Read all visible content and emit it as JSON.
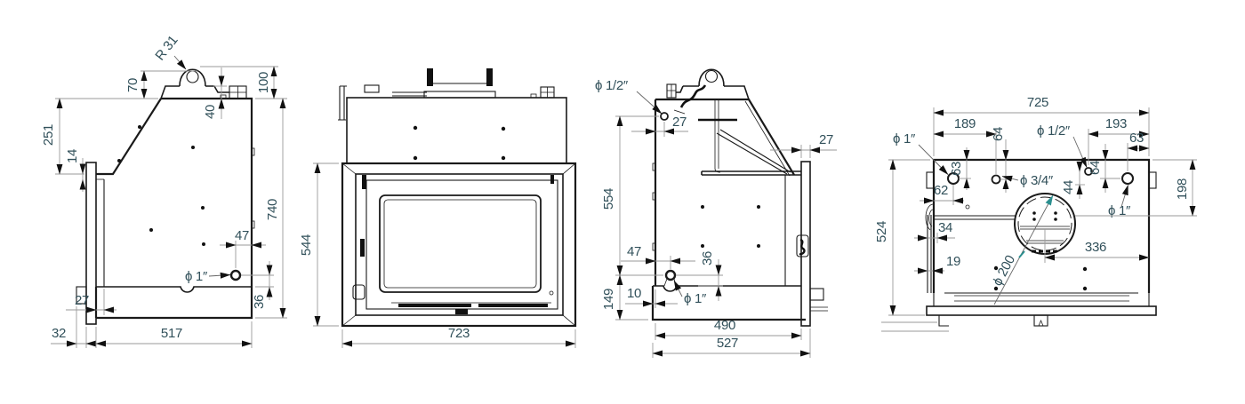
{
  "drawing": {
    "type": "technical-drawing",
    "subject": "fireplace-boiler-insert-orthographic-views",
    "views": [
      "side-view-left",
      "front-view",
      "side-view-right",
      "rear-view"
    ],
    "colors": {
      "object_line": "#1a1a1a",
      "dimension_line": "#9a9a9a",
      "dimension_text": "#31505a",
      "arrow": "#111111",
      "accent_teal": "#2b8f8f",
      "background": "#ffffff"
    }
  },
  "dims": {
    "v1_r31": "R 31",
    "v1_70": "70",
    "v1_100": "100",
    "v1_40": "40",
    "v1_251": "251",
    "v1_14": "14",
    "v1_740": "740",
    "v1_47": "47",
    "v1_phi1": "ϕ 1″",
    "v1_36": "36",
    "v1_27": "27",
    "v1_32": "32",
    "v1_517": "517",
    "v2_544": "544",
    "v2_723": "723",
    "v3_phi12": "ϕ 1/2″",
    "v3_27a": "27",
    "v3_554": "554",
    "v3_27b": "27",
    "v3_47": "47",
    "v3_36": "36",
    "v3_10": "10",
    "v3_149": "149",
    "v3_phi1": "ϕ 1″",
    "v3_490": "490",
    "v3_527": "527",
    "v4_725": "725",
    "v4_phi1_left": "ϕ 1″",
    "v4_189": "189",
    "v4_64a": "64",
    "v4_phi34": "ϕ 3/4″",
    "v4_phi12": "ϕ 1/2″",
    "v4_193": "193",
    "v4_63a": "63",
    "v4_63b": "63",
    "v4_62": "62",
    "v4_44": "44",
    "v4_64b": "64",
    "v4_198": "198",
    "v4_524": "524",
    "v4_34": "34",
    "v4_19": "19",
    "v4_phi200": "ϕ 200",
    "v4_336": "336",
    "v4_phi1_right": "ϕ 1″"
  }
}
